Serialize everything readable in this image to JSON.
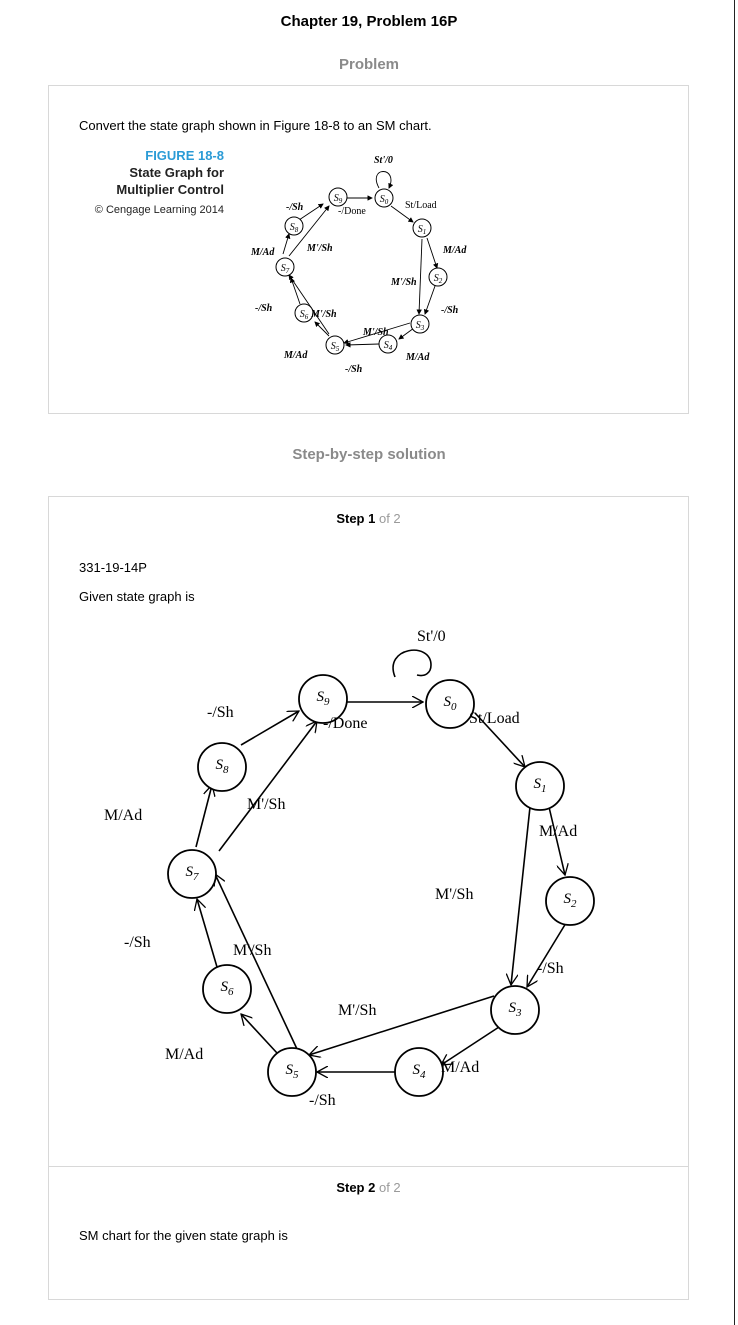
{
  "header": {
    "title": "Chapter 19, Problem 16P"
  },
  "problem": {
    "heading": "Problem",
    "text": "Convert the state graph shown in Figure 18-8 to an SM chart.",
    "figure": {
      "label": "FIGURE 18-8",
      "title_line1": "State Graph for",
      "title_line2": "Multiplier Control",
      "credit": "© Cengage Learning 2014"
    }
  },
  "solution": {
    "heading": "Step-by-step solution",
    "step1": {
      "label": "Step 1",
      "of": "of 2",
      "code": "331-19-14P",
      "intro": "Given state graph is"
    },
    "step2": {
      "label": "Step 2",
      "of": "of 2",
      "text": "SM chart for the given state graph is"
    }
  },
  "state_graph": {
    "states": [
      "S0",
      "S1",
      "S2",
      "S3",
      "S4",
      "S5",
      "S6",
      "S7",
      "S8",
      "S9"
    ],
    "transitions": [
      {
        "from": "S0",
        "to": "S0",
        "label": "St'/0"
      },
      {
        "from": "S0",
        "to": "S1",
        "label": "St/Load"
      },
      {
        "from": "S1",
        "to": "S2",
        "label": "M/Ad"
      },
      {
        "from": "S1",
        "to": "S3",
        "label": "M'/Sh"
      },
      {
        "from": "S2",
        "to": "S3",
        "label": "-/Sh"
      },
      {
        "from": "S3",
        "to": "S4",
        "label": "M/Ad"
      },
      {
        "from": "S3",
        "to": "S5",
        "label": "M'/Sh"
      },
      {
        "from": "S4",
        "to": "S5",
        "label": "-/Sh"
      },
      {
        "from": "S5",
        "to": "S6",
        "label": "M/Ad"
      },
      {
        "from": "S5",
        "to": "S7",
        "label": "M'/Sh"
      },
      {
        "from": "S6",
        "to": "S7",
        "label": "-/Sh"
      },
      {
        "from": "S7",
        "to": "S8",
        "label": "M/Ad"
      },
      {
        "from": "S7",
        "to": "S9",
        "label": "M'/Sh"
      },
      {
        "from": "S8",
        "to": "S9",
        "label": "-/Sh"
      },
      {
        "from": "S9",
        "to": "S0",
        "label": "-/Done"
      }
    ],
    "small_labels": {
      "s0s0": "St'/0",
      "s0s1": "St/Load",
      "s1s2": "M/Ad",
      "s1s3": "M'/Sh",
      "s2s3": "-/Sh",
      "s3s4": "M/Ad",
      "s3s5": "M'/Sh",
      "s4s5": "-/Sh",
      "s5s6": "M/Ad",
      "s5s7": "M'/Sh",
      "s6s7": "-/Sh",
      "s7s8": "M/Ad",
      "s7s9": "M'/Sh",
      "s8s9": "-/Sh",
      "s9s0": "-/Done"
    }
  }
}
